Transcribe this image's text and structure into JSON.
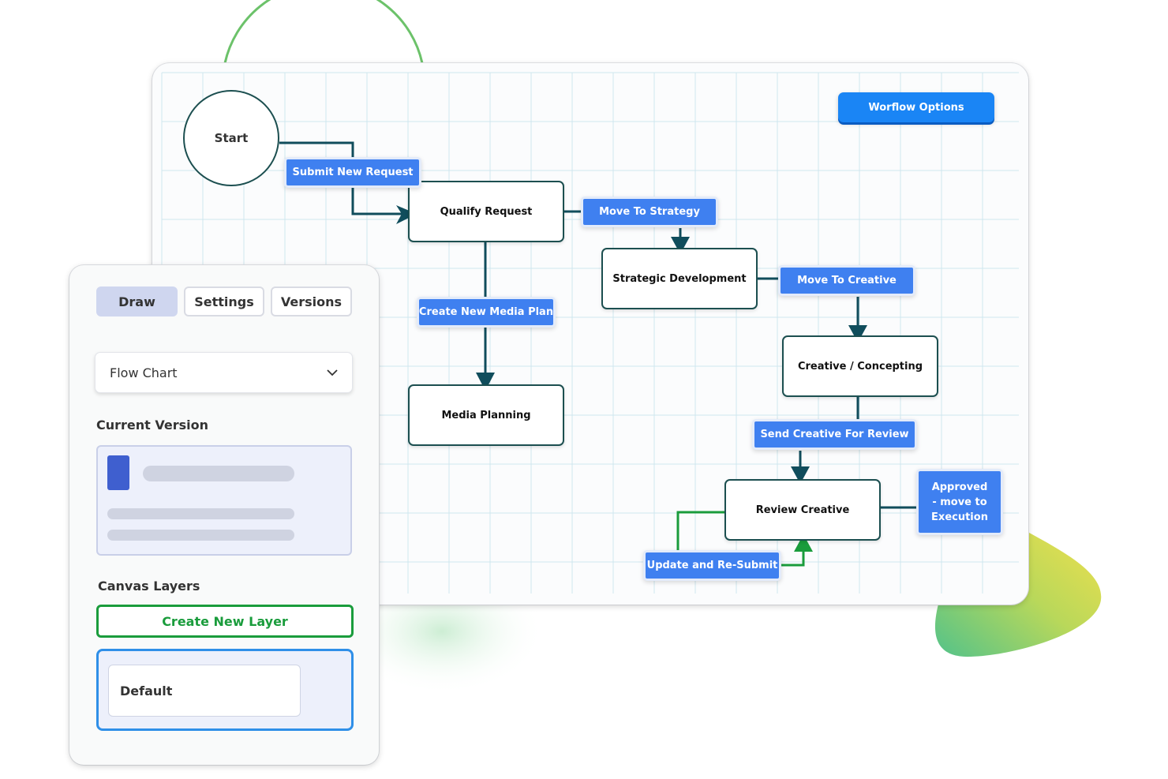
{
  "canvas": {
    "options_button": "Worflow Options",
    "start": "Start",
    "nodes": {
      "qualify": "Qualify Request",
      "strategic": "Strategic Development",
      "media": "Media Planning",
      "creative": "Creative / Concepting",
      "review": "Review Creative"
    },
    "transitions": {
      "submit": "Submit New Request",
      "strategy": "Move To Strategy",
      "media_plan": "Create New Media Plan",
      "to_creative": "Move To Creative",
      "send_review": "Send Creative For Review",
      "resubmit": "Update and Re-Submit",
      "approved": [
        "Approved",
        "- move to",
        "Execution"
      ]
    }
  },
  "panel": {
    "tabs": [
      "Draw",
      "Settings",
      "Versions"
    ],
    "active_tab": "Draw",
    "dropdown_value": "Flow Chart",
    "current_version_label": "Current Version",
    "canvas_layers_label": "Canvas Layers",
    "create_layer_button": "Create New Layer",
    "layer_name": "Default"
  },
  "colors": {
    "accent_blue": "#3f80f0",
    "button_blue": "#1a85f5",
    "node_border": "#1c4f50",
    "arrow": "#104d5c",
    "green": "#1a9c3c"
  }
}
